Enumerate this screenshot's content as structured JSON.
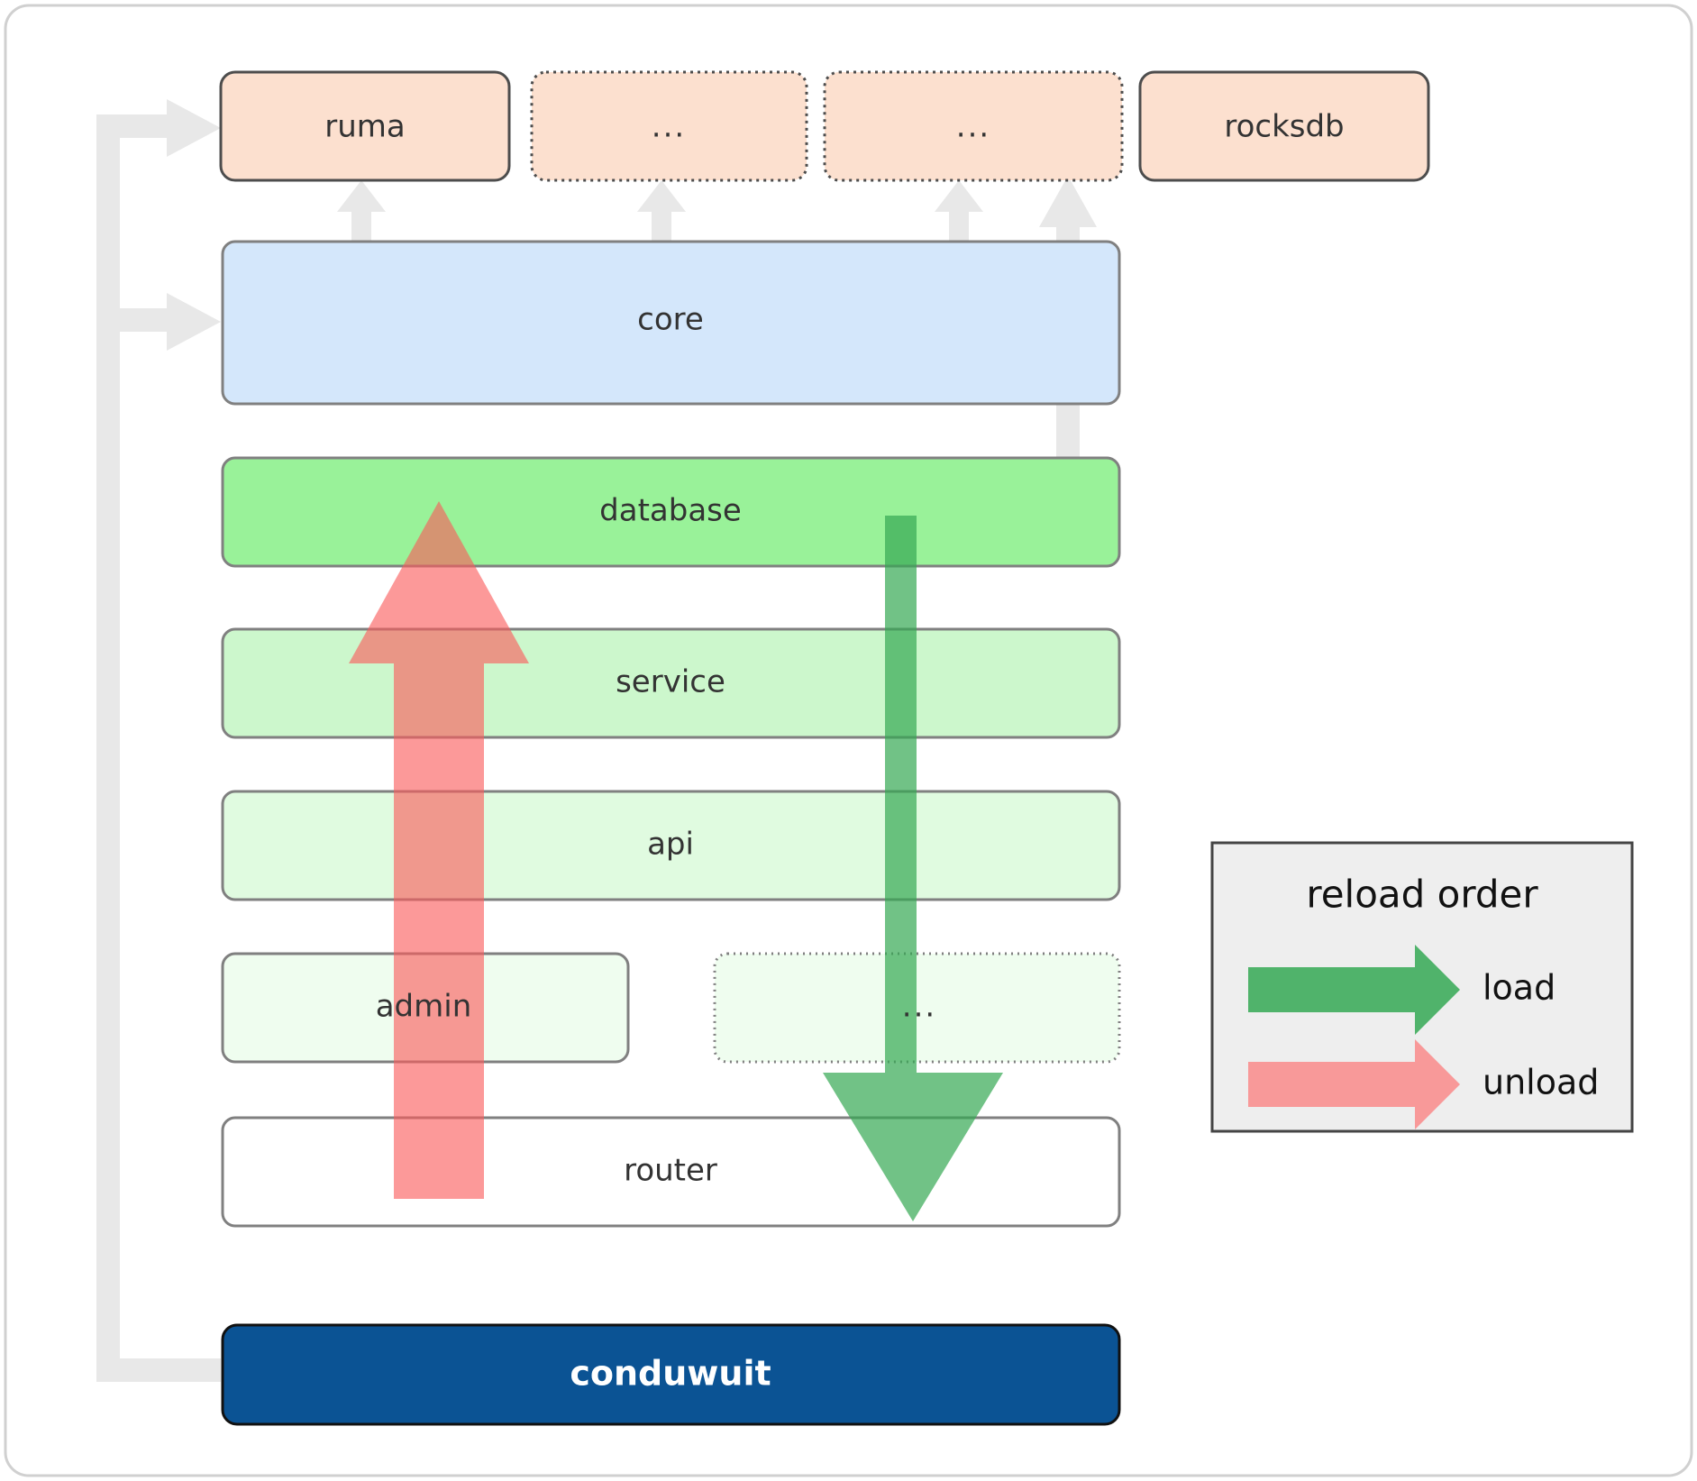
{
  "diagram": {
    "title": "conduwuit crate / module dependency and reload order diagram",
    "background": "#ffffff",
    "panel": {
      "fill": "#ffffff",
      "stroke": "#d0d0d0"
    },
    "colors": {
      "peach_fill": "#fce0cf",
      "peach_stroke": "#4d4d4d",
      "blue_fill": "#d4e7fb",
      "gray_stroke": "#808080",
      "green_database": "#99f299",
      "green_service": "#ccf7cc",
      "green_api": "#e0fbe0",
      "green_admin": "#effdef",
      "white_fill": "#ffffff",
      "conduwuit_fill": "#0b5394",
      "conduwuit_stroke": "#111111",
      "connector_gray": "#e8e8e8",
      "load_arrow": "#34a853",
      "unload_arrow": "#f98a8a",
      "legend_fill": "#eeeeee",
      "legend_stroke": "#444444"
    },
    "top_row": [
      {
        "id": "ruma",
        "label": "ruma",
        "style": "solid"
      },
      {
        "id": "ellipsis-1",
        "label": "...",
        "style": "dotted"
      },
      {
        "id": "ellipsis-2",
        "label": "...",
        "style": "dotted"
      },
      {
        "id": "rocksdb",
        "label": "rocksdb",
        "style": "solid"
      }
    ],
    "layers": [
      {
        "id": "core",
        "label": "core",
        "style": "solid",
        "fill": "blue"
      },
      {
        "id": "database",
        "label": "database",
        "style": "solid",
        "fill": "green-1"
      },
      {
        "id": "service",
        "label": "service",
        "style": "solid",
        "fill": "green-2"
      },
      {
        "id": "api",
        "label": "api",
        "style": "solid",
        "fill": "green-3"
      },
      {
        "id": "admin",
        "label": "admin",
        "style": "solid",
        "fill": "green-4"
      },
      {
        "id": "admin-ellipsis",
        "label": "...",
        "style": "dotted",
        "fill": "green-4"
      },
      {
        "id": "router",
        "label": "router",
        "style": "solid",
        "fill": "white"
      }
    ],
    "root": {
      "id": "conduwuit",
      "label": "conduwuit"
    },
    "legend": {
      "title": "reload order",
      "items": [
        {
          "id": "load",
          "label": "load",
          "color": "#34a853",
          "direction": "right"
        },
        {
          "id": "unload",
          "label": "unload",
          "color": "#f98a8a",
          "direction": "right"
        }
      ]
    },
    "flow_arrows": [
      {
        "id": "unload-arrow",
        "direction": "up",
        "color": "#f98a8a",
        "meaning": "unload"
      },
      {
        "id": "load-arrow",
        "direction": "down",
        "color": "#34a853",
        "meaning": "load"
      }
    ]
  }
}
